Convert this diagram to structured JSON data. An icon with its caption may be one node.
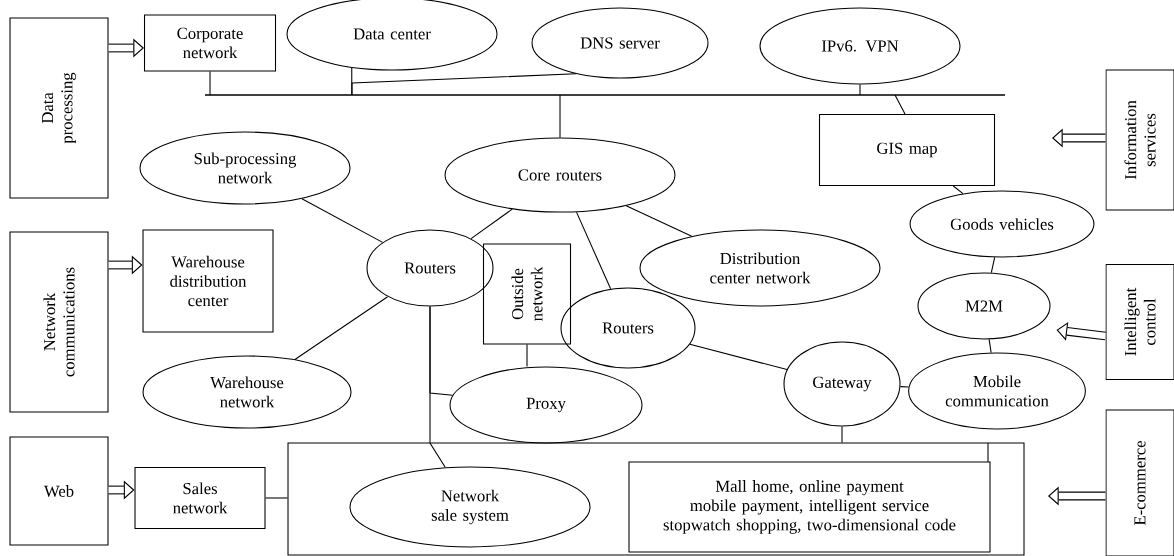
{
  "diagram": {
    "nodes": [
      {
        "text": [
          "Data processing"
        ]
      },
      {
        "text": [
          "Corporate network"
        ]
      },
      {
        "text": [
          "Data center"
        ]
      },
      {
        "text": [
          "DNS server"
        ]
      },
      {
        "text": [
          "IPv6. VPN"
        ]
      },
      {
        "text": [],
        "shape": "bar"
      },
      {
        "text": [
          "Information services"
        ]
      },
      {
        "text": [
          "GIS map"
        ]
      },
      {
        "text": [
          "Sub-processing network"
        ]
      },
      {
        "text": [
          "Core routers"
        ]
      },
      {
        "text": [
          "Network communications"
        ]
      },
      {
        "text": [
          "Warehouse distribution center"
        ]
      },
      {
        "text": [
          "Goods vehicles"
        ]
      },
      {
        "text": [
          "Routers"
        ]
      },
      {
        "text": [
          "Outside network"
        ]
      },
      {
        "text": [
          "Distribution center network"
        ]
      },
      {
        "text": [
          "Intelligent control"
        ]
      },
      {
        "text": [
          "M2M"
        ]
      },
      {
        "text": [
          "Routers"
        ]
      },
      {
        "text": [
          "Warehouse network"
        ]
      },
      {
        "text": [
          "Proxy"
        ]
      },
      {
        "text": [
          "Gateway"
        ]
      },
      {
        "text": [
          "Mobile communication"
        ]
      },
      {
        "text": [
          "E-commerce"
        ]
      },
      {
        "text": [
          "Web"
        ]
      },
      {
        "text": [
          "Sales network"
        ]
      },
      {
        "text": [],
        "shape": "box"
      },
      {
        "text": [
          "Network sale system"
        ],
        "in": 26
      },
      {
        "text": [
          "Mall home, online payment",
          "mobile payment, intelligent service",
          "stopwatch shopping, two-dimensional code"
        ],
        "in": 26
      }
    ],
    "edges": [
      {
        "from": 0,
        "to": 1,
        "arrow": "to",
        "style": "thick"
      },
      {
        "from": 10,
        "to": 11,
        "arrow": "to",
        "style": "thick"
      },
      {
        "from": 24,
        "to": 25,
        "arrow": "to",
        "style": "thick"
      },
      {
        "from": 6,
        "to": null,
        "arrow": "to",
        "style": "thick"
      },
      {
        "from": 16,
        "to": 17,
        "arrow": "to",
        "style": "thick"
      },
      {
        "from": 23,
        "to": null,
        "arrow": "to",
        "style": "thick"
      },
      {
        "from": 1,
        "to": 5,
        "arrow": "none"
      },
      {
        "from": 2,
        "to": 5,
        "arrow": "none"
      },
      {
        "from": 3,
        "to": 5,
        "arrow": "none"
      },
      {
        "from": 4,
        "to": 5,
        "arrow": "none"
      },
      {
        "from": 5,
        "to": 7,
        "arrow": "none"
      },
      {
        "from": 5,
        "to": 9,
        "arrow": "none"
      },
      {
        "from": 7,
        "to": 12,
        "arrow": "none"
      },
      {
        "from": 12,
        "to": 17,
        "arrow": "none"
      },
      {
        "from": 17,
        "to": 22,
        "arrow": "none"
      },
      {
        "from": 8,
        "to": 13,
        "arrow": "none"
      },
      {
        "from": 9,
        "to": 13,
        "arrow": "none"
      },
      {
        "from": 9,
        "to": 15,
        "arrow": "none"
      },
      {
        "from": 9,
        "to": 18,
        "arrow": "none"
      },
      {
        "from": 13,
        "to": 19,
        "arrow": "none"
      },
      {
        "from": 13,
        "to": 20,
        "arrow": "none"
      },
      {
        "from": 13,
        "to": 27,
        "arrow": "none"
      },
      {
        "from": 14,
        "to": 20,
        "arrow": "none"
      },
      {
        "from": 18,
        "to": 21,
        "arrow": "none"
      },
      {
        "from": 21,
        "to": 22,
        "arrow": "none"
      },
      {
        "from": 21,
        "to": 26,
        "arrow": "none"
      },
      {
        "from": 25,
        "to": 26,
        "arrow": "none"
      }
    ]
  }
}
